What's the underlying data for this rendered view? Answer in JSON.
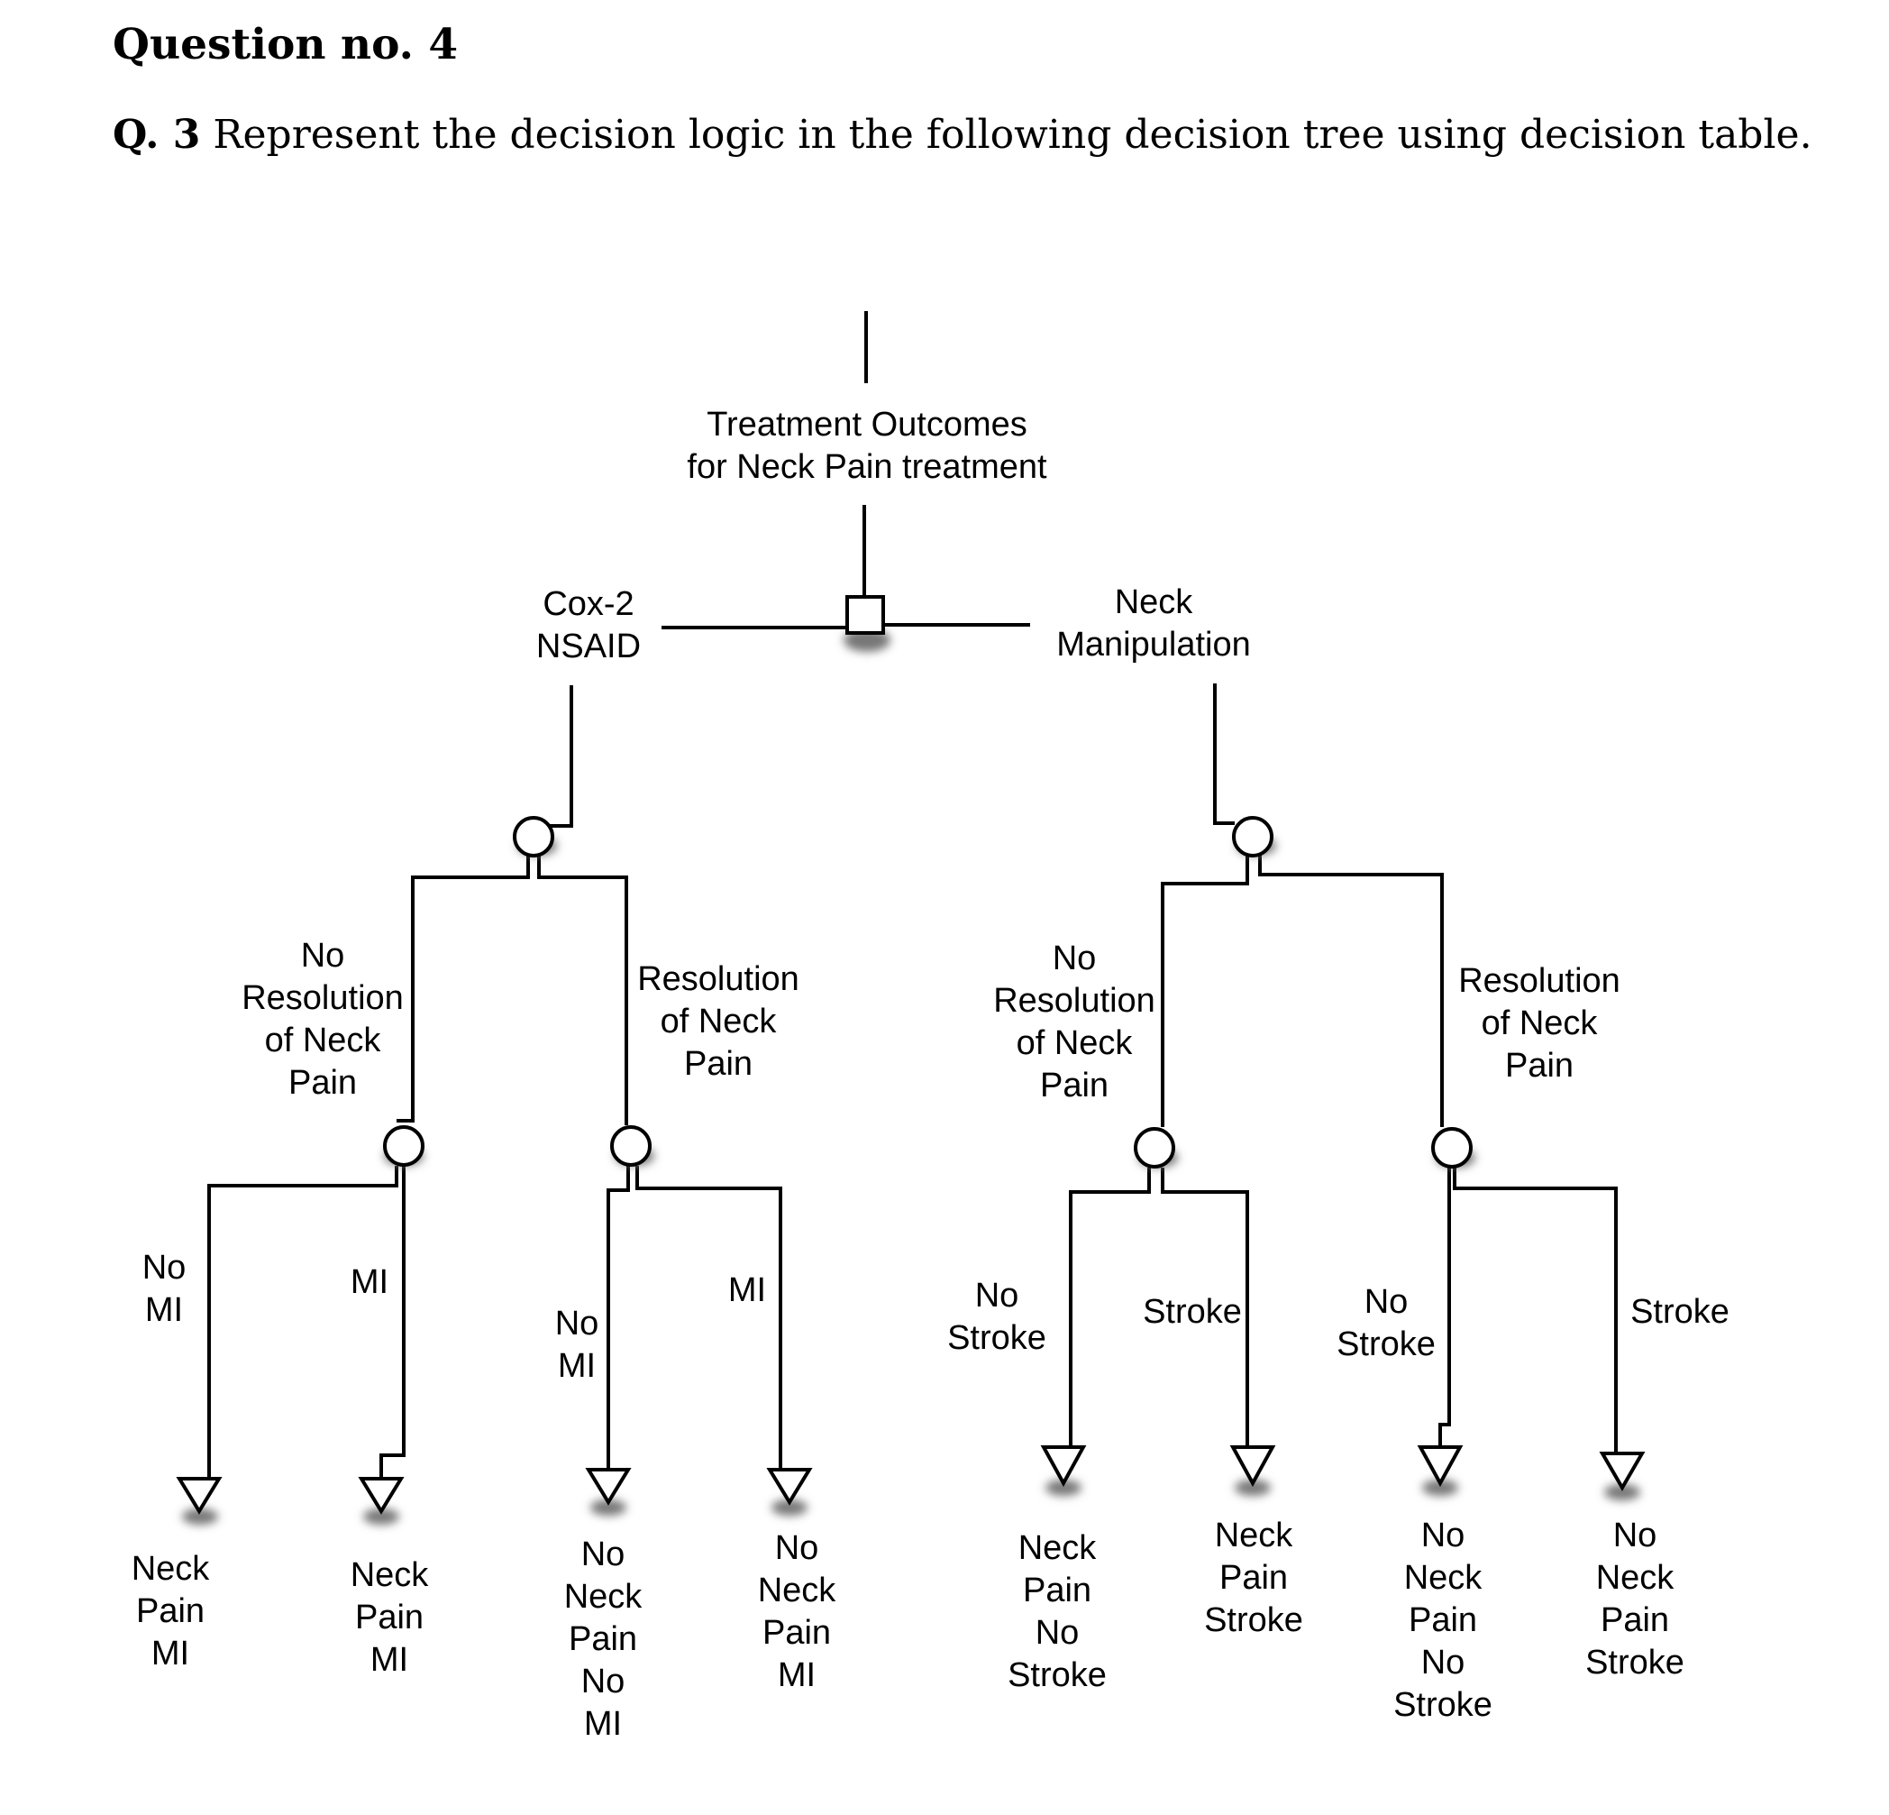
{
  "heading": "Question no. 4",
  "question": {
    "number": "Q. 3",
    "text": "Represent the decision logic in the following decision tree using decision table."
  },
  "tree": {
    "root": [
      "Treatment Outcomes",
      "for Neck Pain treatment"
    ],
    "options": {
      "left": [
        "Cox-2",
        "NSAID"
      ],
      "right": [
        "Neck",
        "Manipulation"
      ]
    },
    "branches": {
      "left_no_resolution": [
        "No",
        "Resolution",
        "of Neck",
        "Pain"
      ],
      "left_resolution": [
        "Resolution",
        "of Neck",
        "Pain"
      ],
      "right_no_resolution": [
        "No",
        "Resolution",
        "of Neck",
        "Pain"
      ],
      "right_resolution": [
        "Resolution",
        "of Neck",
        "Pain"
      ]
    },
    "events": {
      "e1": [
        "No",
        "MI"
      ],
      "e2": [
        "MI"
      ],
      "e3": [
        "No",
        "MI"
      ],
      "e4": [
        "MI"
      ],
      "e5": [
        "No",
        "Stroke"
      ],
      "e6": [
        "Stroke"
      ],
      "e7": [
        "No",
        "Stroke"
      ],
      "e8": [
        "Stroke"
      ]
    },
    "outcomes": {
      "o1": [
        "Neck",
        "Pain",
        "MI"
      ],
      "o2": [
        "Neck",
        "Pain",
        "MI"
      ],
      "o3": [
        "No",
        "Neck",
        "Pain",
        "No",
        "MI"
      ],
      "o4": [
        "No",
        "Neck",
        "Pain",
        "MI"
      ],
      "o5": [
        "Neck",
        "Pain",
        "No",
        "Stroke"
      ],
      "o6": [
        "Neck",
        "Pain",
        "Stroke"
      ],
      "o7": [
        "No",
        "Neck",
        "Pain",
        "No",
        "Stroke"
      ],
      "o8": [
        "No",
        "Neck",
        "Pain",
        "Stroke"
      ]
    }
  }
}
